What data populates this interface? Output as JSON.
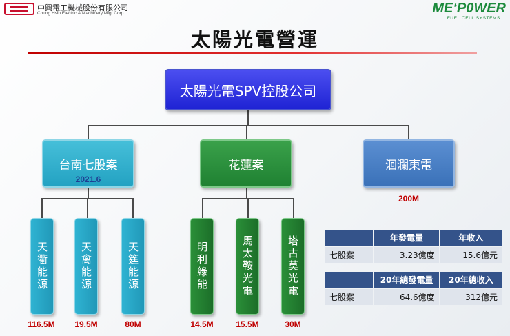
{
  "header": {
    "company_zh": "中興電工機械股份有限公司",
    "company_en": "Chung Hsin Electric & Machinery Mfg. Corp.",
    "brand": "ME‘P0WER",
    "brand_sub": "FUEL CELL SYSTEMS"
  },
  "title": "太陽光電營運",
  "org": {
    "root": "太陽光電SPV控股公司",
    "branches": [
      {
        "label": "台南七股案",
        "note": "2021.6",
        "children": [
          {
            "label": "天衢能源",
            "capacity": "116.5M"
          },
          {
            "label": "天禽能源",
            "capacity": "19.5M"
          },
          {
            "label": "天筳能源",
            "capacity": "80M"
          }
        ]
      },
      {
        "label": "花蓮案",
        "children": [
          {
            "label": "明利綠能",
            "capacity": "14.5M"
          },
          {
            "label": "馬太鞍光電",
            "capacity": "15.5M"
          },
          {
            "label": "塔古莫光電",
            "capacity": "30M"
          }
        ]
      },
      {
        "label": "洄瀾東電",
        "capacity": "200M"
      }
    ]
  },
  "tables": [
    {
      "headers": [
        "",
        "年發電量",
        "年收入"
      ],
      "rows": [
        [
          "七股案",
          "3.23億度",
          "15.6億元"
        ]
      ]
    },
    {
      "headers": [
        "",
        "20年總發電量",
        "20年總收入"
      ],
      "rows": [
        [
          "七股案",
          "64.6億度",
          "312億元"
        ]
      ]
    }
  ],
  "colors": {
    "root": "#2326d8",
    "tainan": "#2ea9c8",
    "hualien": "#2a8d3b",
    "hualan_east": "#4a80c4",
    "title_rule": "#c00000",
    "table_header": "#34538a",
    "capacity_label": "#c00000",
    "date_label": "#1f3f93"
  }
}
